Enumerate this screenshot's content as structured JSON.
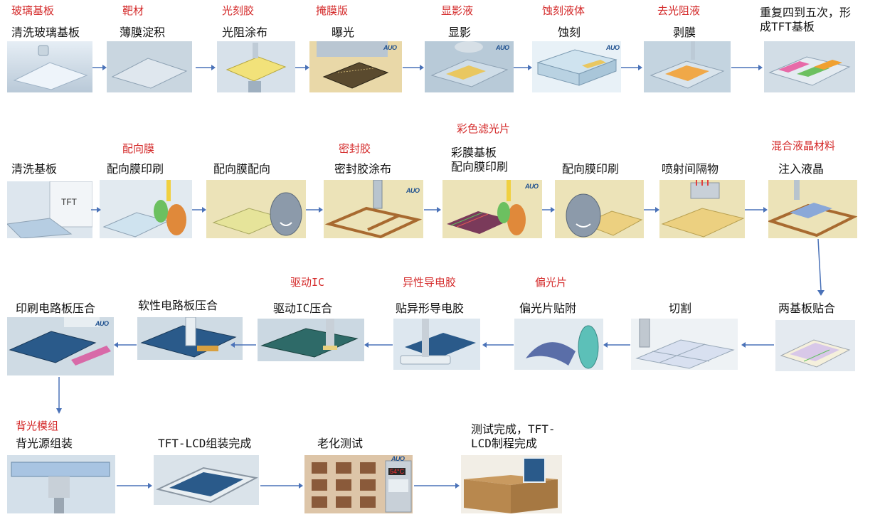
{
  "brand_logo": "AUO",
  "oven_temperature": "54°C",
  "tft_panel_label": "TFT",
  "colors": {
    "material_label": "#d42a2a",
    "step_label": "#111111",
    "arrow": "#4a72b8"
  },
  "rows": [
    {
      "stages": [
        {
          "material": "玻璃基板",
          "step": "清洗玻璃基板"
        },
        {
          "material": "靶材",
          "step": "薄膜淀积"
        },
        {
          "material": "光刻胶",
          "step": "光阻涂布"
        },
        {
          "material": "掩膜版",
          "step": "曝光"
        },
        {
          "material": "显影液",
          "step": "显影"
        },
        {
          "material": "蚀刻液体",
          "step": "蚀刻"
        },
        {
          "material": "去光阻液",
          "step": "剥膜"
        },
        {
          "material": "",
          "step": "重复四到五次，形\n成TFT基板"
        }
      ]
    },
    {
      "stages": [
        {
          "material": "",
          "step": "清洗基板"
        },
        {
          "material": "配向膜",
          "step": "配向膜印刷"
        },
        {
          "material": "",
          "step": "配向膜配向"
        },
        {
          "material": "密封胶",
          "step": "密封胶涂布"
        },
        {
          "material": "彩色滤光片",
          "step": "彩膜基板\n配向膜印刷"
        },
        {
          "material": "",
          "step": "配向膜印刷"
        },
        {
          "material": "",
          "step": "喷射间隔物"
        },
        {
          "material": "混合液晶材料",
          "step": "注入液晶"
        }
      ]
    },
    {
      "stages": [
        {
          "material": "",
          "step": "两基板贴合"
        },
        {
          "material": "",
          "step": "切割"
        },
        {
          "material": "偏光片",
          "step": "偏光片贴附"
        },
        {
          "material": "异性导电胶",
          "step": "贴异形导电胶"
        },
        {
          "material": "驱动IC",
          "step": "驱动IC压合"
        },
        {
          "material": "",
          "step": "软性电路板压合"
        },
        {
          "material": "",
          "step": "印刷电路板压合"
        }
      ]
    },
    {
      "stages": [
        {
          "material": "背光模组",
          "step": "背光源组装"
        },
        {
          "material": "",
          "step": "TFT-LCD组装完成"
        },
        {
          "material": "",
          "step": "老化测试"
        },
        {
          "material": "",
          "step": "测试完成，TFT-\nLCD制程完成"
        }
      ]
    }
  ]
}
